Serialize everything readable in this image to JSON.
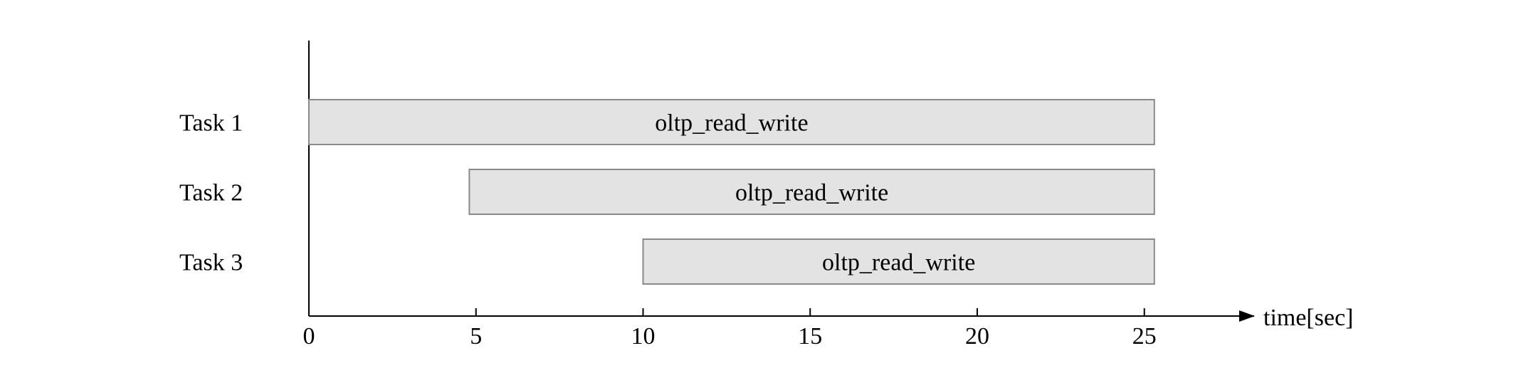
{
  "chart_data": {
    "type": "gantt",
    "x": {
      "label": "time[sec]",
      "range": [
        0,
        28
      ],
      "ticks": [
        0,
        5,
        10,
        15,
        20,
        25
      ],
      "tick_labels": [
        "0",
        "5",
        "10",
        "15",
        "20",
        "25"
      ]
    },
    "tasks": [
      {
        "name": "Task 1",
        "label": "oltp_read_write",
        "start": 0,
        "end": 25.3
      },
      {
        "name": "Task 2",
        "label": "oltp_read_write",
        "start": 4.8,
        "end": 25.3
      },
      {
        "name": "Task 3",
        "label": "oltp_read_write",
        "start": 10,
        "end": 25.3
      }
    ],
    "colors": {
      "bar_fill": "#e3e3e3",
      "bar_stroke": "#8a8a8a",
      "axis": "#000000"
    },
    "grid": false
  }
}
